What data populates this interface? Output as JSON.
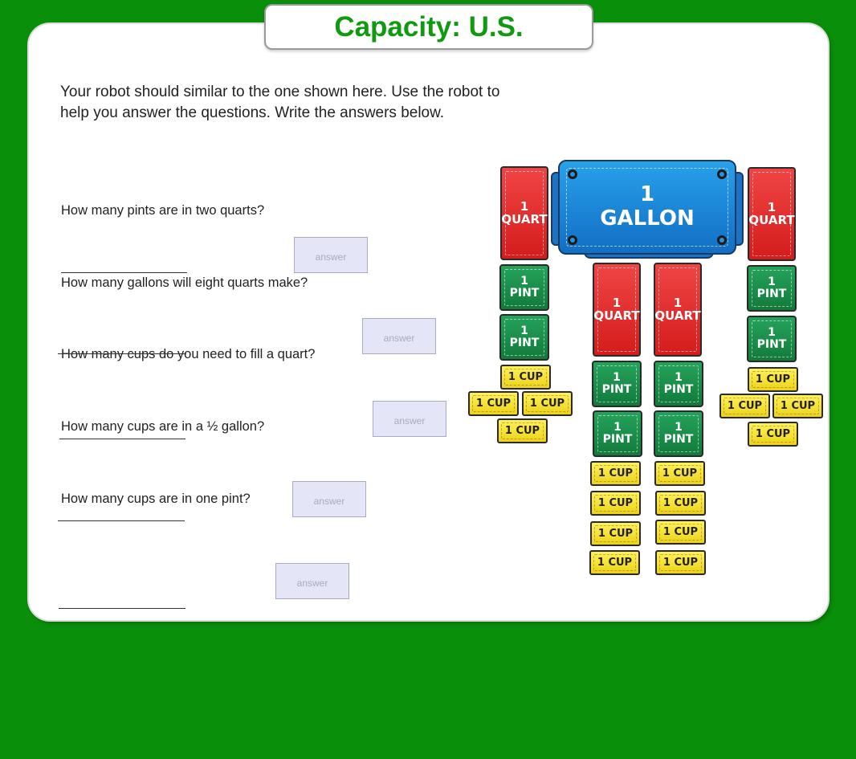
{
  "title": "Capacity: U.S.",
  "intro": "Your robot should similar to the one shown here. Use the robot to help you answer the questions. Write the answers below.",
  "questions": [
    "How many pints are in two quarts?",
    "How many gallons will eight quarts make?",
    "How many cups do you need to fill a quart?",
    "How many cups are in a ½ gallon?",
    "How many cups are in one pint?"
  ],
  "answer_placeholder": "answer",
  "robot": {
    "gallon_num": "1",
    "gallon_label": "GALLON",
    "quart_num": "1",
    "quart_label": "QUART",
    "pint_num": "1",
    "pint_label": "PINT",
    "cup_label": "1 CUP"
  },
  "colors": {
    "background": "#0a8f0a",
    "title": "#0f9a0f",
    "quart": "#e02a2a",
    "pint": "#1a8a48",
    "cup": "#f5e030",
    "gallon": "#1f86d6"
  }
}
